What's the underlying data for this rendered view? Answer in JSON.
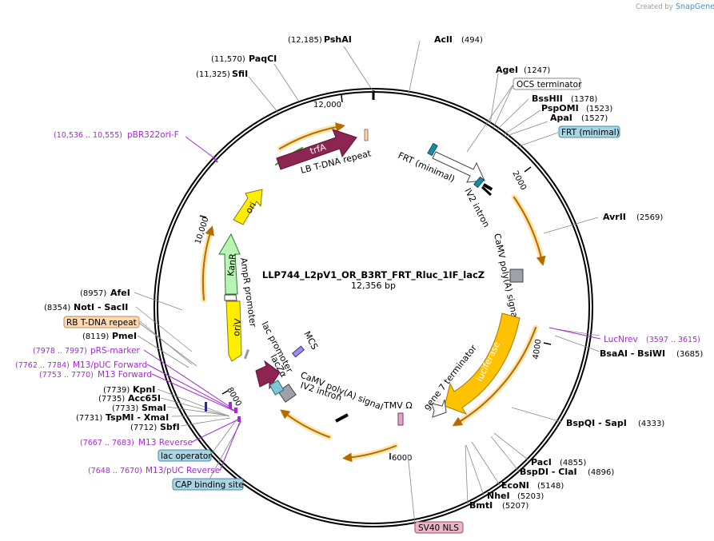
{
  "credit": {
    "prefix": "Created by",
    "brand": "SnapGene"
  },
  "title": "LLP744_L2pV1_OR_B3RT_FRT_Rluc_1IF_lacZ",
  "subtitle": "12,356 bp",
  "ticks": [
    "12,000",
    "2000",
    "4000",
    "6000",
    "8000",
    "10,000"
  ],
  "sites": [
    {
      "pos": "(12,185)",
      "name": "PshAI"
    },
    {
      "pos": "(494)",
      "name": "AclI"
    },
    {
      "pos": "(11,570)",
      "name": "PaqCI"
    },
    {
      "pos": "(11,325)",
      "name": "SfiI"
    },
    {
      "pos": "(1247)",
      "name": "AgeI"
    },
    {
      "pos": "(1378)",
      "name": "BssHII"
    },
    {
      "pos": "(1523)",
      "name": "PspOMI"
    },
    {
      "pos": "(1527)",
      "name": "ApaI"
    },
    {
      "pos": "(2569)",
      "name": "AvrII"
    },
    {
      "pos": "(3685)",
      "name": "BsaAI - BsiWI"
    },
    {
      "pos": "(4333)",
      "name": "BspQI - SapI"
    },
    {
      "pos": "(4855)",
      "name": "PacI"
    },
    {
      "pos": "(4896)",
      "name": "BspDI - ClaI"
    },
    {
      "pos": "(5148)",
      "name": "EcoNI"
    },
    {
      "pos": "(5203)",
      "name": "NheI"
    },
    {
      "pos": "(5207)",
      "name": "BmtI"
    },
    {
      "pos": "(8957)",
      "name": "AfeI"
    },
    {
      "pos": "(8354)",
      "name": "NotI - SacII"
    },
    {
      "pos": "(8119)",
      "name": "PmeI"
    },
    {
      "pos": "(7739)",
      "name": "KpnI"
    },
    {
      "pos": "(7735)",
      "name": "Acc65I"
    },
    {
      "pos": "(7733)",
      "name": "SmaI"
    },
    {
      "pos": "(7731)",
      "name": "TspMI - XmaI"
    },
    {
      "pos": "(7712)",
      "name": "SbfI"
    }
  ],
  "primers": [
    {
      "pos": "(10,536 .. 10,555)",
      "name": "pBR322ori-F"
    },
    {
      "pos": "(3597 .. 3615)",
      "name": "LucNrev"
    },
    {
      "pos": "(7978 .. 7997)",
      "name": "pRS-marker"
    },
    {
      "pos": "(7762 .. 7784)",
      "name": "M13/pUC Forward"
    },
    {
      "pos": "(7753 .. 7770)",
      "name": "M13 Forward"
    },
    {
      "pos": "(7667 .. 7683)",
      "name": "M13 Reverse"
    },
    {
      "pos": "(7648 .. 7670)",
      "name": "M13/pUC Reverse"
    }
  ],
  "boxes": [
    "OCS terminator",
    "FRT (minimal)",
    "RB T-DNA repeat",
    "lac operator",
    "CAP binding site",
    "SV40 NLS"
  ],
  "features": [
    "trfA",
    "LB T-DNA repeat",
    "FRT (minimal)",
    "IV2 intron",
    "CaMV poly(A) signal",
    "luciferase",
    "gene 7 terminator",
    "TMV Ω",
    "CaMV poly(A) signal",
    "IV2 intron",
    "MCS",
    "lac promoter",
    "lacZα",
    "AmpR promoter",
    "KanR",
    "oriV",
    "ori"
  ],
  "colors": {
    "primer": "#a42bd3",
    "trfA": "#8c2552",
    "orf_yellow": "#ffd200",
    "kan_green": "#b8f5b4",
    "ori_yellow": "#fff200",
    "box_blue": "#a8d4e3",
    "box_peach": "#fdd8b2",
    "box_pink": "#e9b5c8",
    "gold": "#ffbf00"
  }
}
